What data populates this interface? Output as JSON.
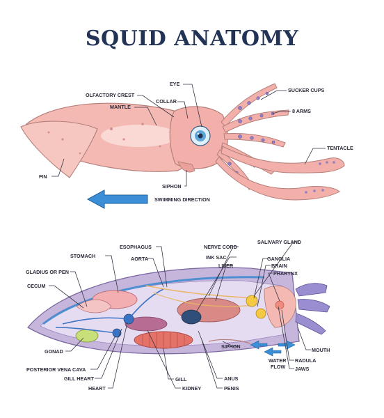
{
  "title": "SQUID ANATOMY",
  "external": {
    "eye": "EYE",
    "olfactory_crest": "OLFACTORY CREST",
    "collar": "COLLAR",
    "mantle": "MANTLE",
    "sucker_cups": "SUCKER CUPS",
    "arms": "8 ARMS",
    "tentacle": "TENTACLE",
    "fin": "FIN",
    "siphon": "SIPHON",
    "swimming_direction": "SWIMMING DIRECTION"
  },
  "internal": {
    "esophagus": "ESOPHAGUS",
    "nerve_cord": "NERVE CORD",
    "salivary_gland": "SALIVARY GLAND",
    "stomach": "STOMACH",
    "aorta": "AORTA",
    "ink_sac": "INK SAC",
    "ganglia": "GANGLIA",
    "liver": "LIVER",
    "brain": "BRAIN",
    "gladius": "GLADIUS OR PEN",
    "pharynx": "PHARYNX",
    "cecum": "CECUM",
    "mouth": "MOUTH",
    "siphon": "SIPHON",
    "water_flow": "WATER\nFLOW",
    "radula": "RADULA",
    "jaws": "JAWS",
    "gonad": "GONAD",
    "posterior_vena_cava": "POSTERIOR VENA CAVA",
    "gill_heart": "GILL HEART",
    "heart": "HEART",
    "gill": "GILL",
    "kidney": "KIDNEY",
    "anus": "ANUS",
    "penis": "PENIS"
  },
  "colors": {
    "title": "#223355",
    "body_skin": "#f4b9b3",
    "arrow": "#3c8fd6",
    "body_outline": "#c98f8a",
    "section_bg": "#c7b6dc"
  }
}
